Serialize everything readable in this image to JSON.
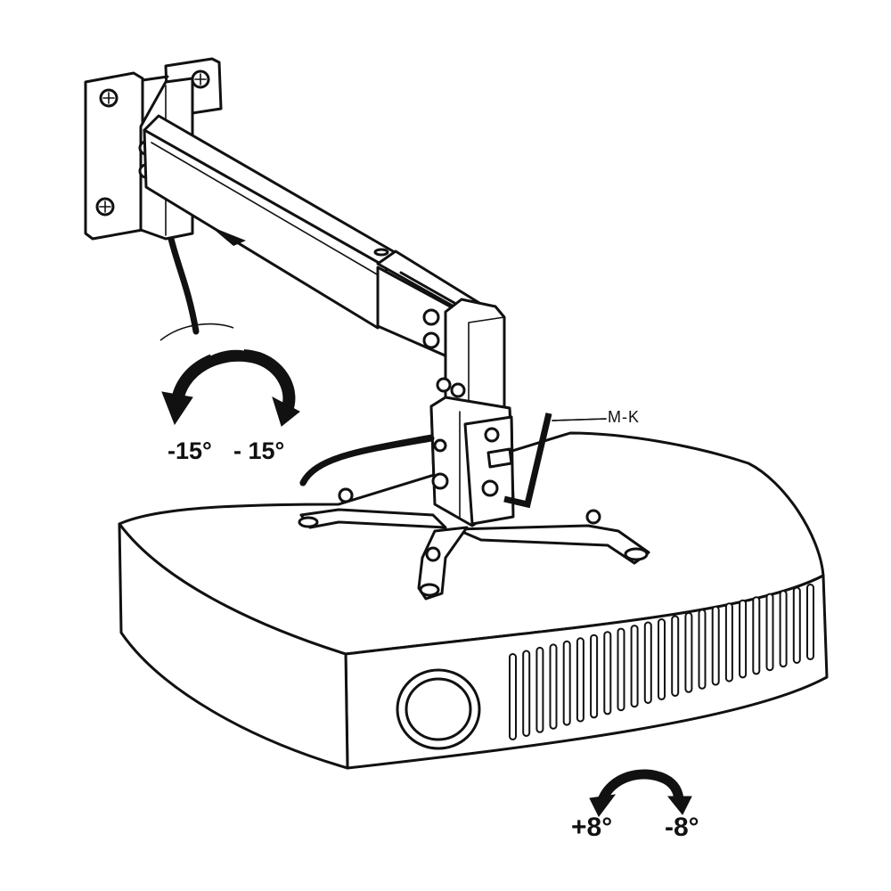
{
  "labels": {
    "swivel_left": "-15°",
    "swivel_right": "- 15°",
    "tilt_plus": "+8°",
    "tilt_minus": "-8°",
    "tool": "M-K"
  },
  "colors": {
    "line": "#111111",
    "background": "#ffffff"
  }
}
